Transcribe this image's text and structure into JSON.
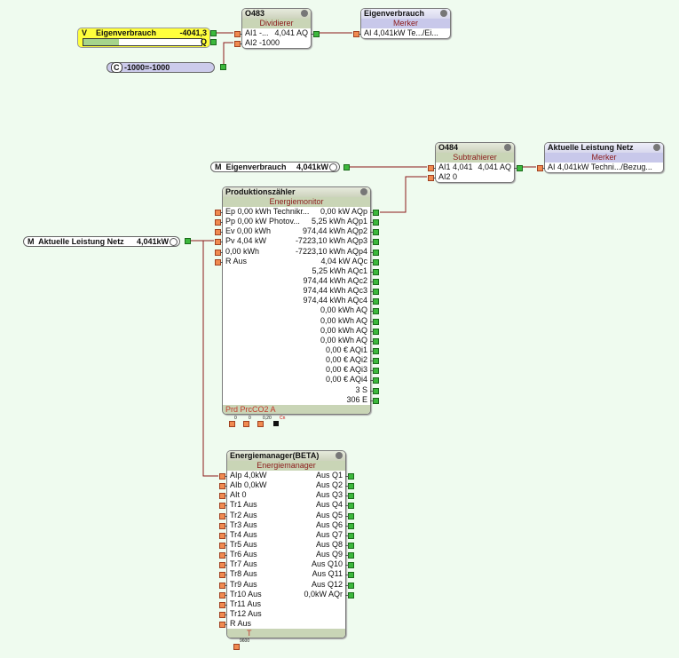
{
  "virtual_input": {
    "type": "V",
    "name": "Eigenverbrauch",
    "value": "-4041,3",
    "output": "Q",
    "level_fraction": 0.3
  },
  "constant": {
    "type": "C",
    "label": "-1000=-1000"
  },
  "o483": {
    "title": "O483",
    "subtitle": "Dividierer",
    "inputs": [
      "AI1 -...",
      "AI2 -1000"
    ],
    "outputs": [
      "4,041 AQ"
    ]
  },
  "merker_eigen": {
    "title": "Eigenverbrauch",
    "subtitle": "Merker",
    "inputs": [
      "AI 4,041kW  Te.../Ei..."
    ]
  },
  "mem_eigen": {
    "type": "M",
    "name": "Eigenverbrauch",
    "value": "4,041kW"
  },
  "o484": {
    "title": "O484",
    "subtitle": "Subtrahierer",
    "inputs": [
      "AI1 4,041",
      "AI2 0"
    ],
    "outputs": [
      "4,041 AQ"
    ]
  },
  "merker_netz": {
    "title": "Aktuelle Leistung Netz",
    "subtitle": "Merker",
    "inputs": [
      "AI 4,041kW  Techni.../Bezug..."
    ]
  },
  "mem_netz": {
    "type": "M",
    "name": "Aktuelle Leistung Netz",
    "value": "4,041kW"
  },
  "prod": {
    "title": "Produktionszähler",
    "subtitle": "Energiemonitor",
    "inputs": [
      "Ep 0,00 kWh Technikr...",
      "Pp 0,00 kW Photov...",
      "Ev 0,00 kWh",
      "Pv 4,04 kW",
      " 0,00 kWh",
      "R Aus"
    ],
    "outputs": [
      "0,00 kW AQp",
      "5,25 kWh AQp1",
      "974,44 kWh AQp2",
      "-7223,10 kWh AQp3",
      "-7223,10 kWh AQp4",
      "4,04 kW AQc",
      "5,25 kWh AQc1",
      "974,44 kWh AQc2",
      "974,44 kWh AQc3",
      "974,44 kWh AQc4",
      "0,00 kWh AQ",
      "0,00 kWh AQ",
      "0,00 kWh AQ",
      "0,00 kWh AQ",
      "0,00 € AQi1",
      "0,00 € AQi2",
      "0,00 € AQi3",
      "0,00 € AQi4",
      "3 S",
      "306 E"
    ],
    "footer": "Prd PrcCO2",
    "footer_alert": "A",
    "param_values": [
      "0",
      "0",
      "0,20",
      "Cn"
    ]
  },
  "em": {
    "title": "Energiemanager(BETA)",
    "subtitle": "Energiemanager",
    "inputs": [
      "AIp 4,0kW",
      "AIb 0,0kW",
      "AIt 0",
      "Tr1 Aus",
      "Tr2 Aus",
      "Tr3 Aus",
      "Tr4 Aus",
      "Tr5 Aus",
      "Tr6 Aus",
      "Tr7 Aus",
      "Tr8 Aus",
      "Tr9 Aus",
      "Tr10 Aus",
      "Tr11 Aus",
      "Tr12 Aus",
      "R Aus"
    ],
    "outputs": [
      "Aus Q1",
      "Aus Q2",
      "Aus Q3",
      "Aus Q4",
      "Aus Q5",
      "Aus Q6",
      "Aus Q7",
      "Aus Q8",
      "Aus Q9",
      "Aus Q10",
      "Aus Q11",
      "Aus Q12",
      "0,0kW AQr"
    ],
    "footer": "T",
    "param_value": "9600"
  },
  "colors": {
    "wire": "#8b1a1a",
    "background": "#effbef"
  }
}
